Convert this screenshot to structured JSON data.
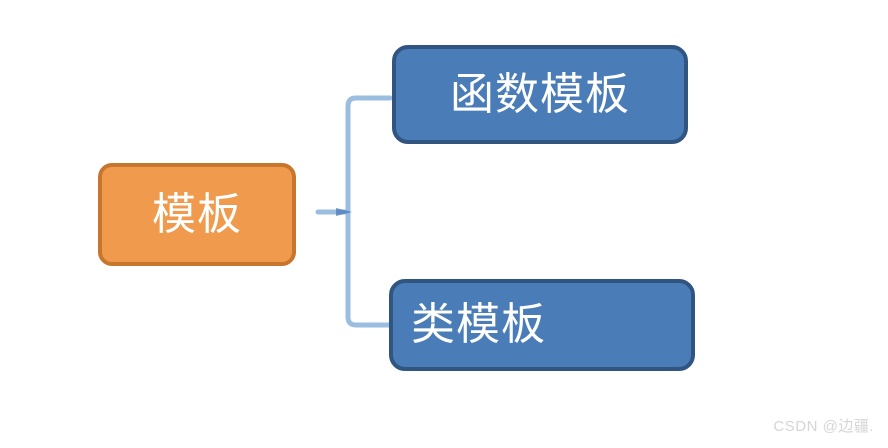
{
  "diagram": {
    "type": "bracket-tree",
    "background_color": "#ffffff",
    "root": {
      "label": "模板",
      "fill_color": "#ef9a4d",
      "border_color": "#c8762e",
      "text_color": "#ffffff"
    },
    "children": [
      {
        "label": "函数模板",
        "fill_color": "#4a7cb8",
        "border_color": "#2f5580",
        "text_color": "#ffffff"
      },
      {
        "label": "类模板",
        "fill_color": "#4a7cb8",
        "border_color": "#2f5580",
        "text_color": "#ffffff"
      }
    ],
    "connector": {
      "shape": "curly-brace",
      "color": "#9bbde0"
    }
  },
  "watermark": {
    "text": "CSDN @边疆.",
    "color": "#d5d5d5"
  }
}
